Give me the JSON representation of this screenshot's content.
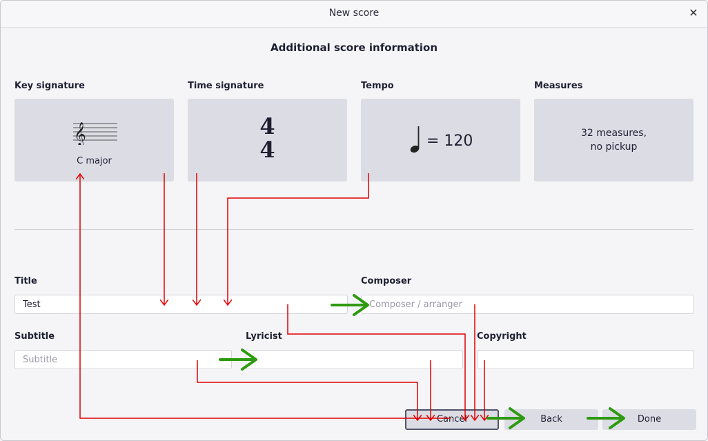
{
  "window": {
    "title": "New score"
  },
  "heading": "Additional score information",
  "cards": {
    "key": {
      "label": "Key signature",
      "value": "C major"
    },
    "time": {
      "label": "Time signature",
      "numerator": "4",
      "denominator": "4"
    },
    "tempo": {
      "label": "Tempo",
      "value": "= 120"
    },
    "measures": {
      "label": "Measures",
      "line1": "32 measures,",
      "line2": "no pickup"
    }
  },
  "fields": {
    "title": {
      "label": "Title",
      "value": "Test",
      "placeholder": ""
    },
    "composer": {
      "label": "Composer",
      "value": "",
      "placeholder": "Composer / arranger"
    },
    "subtitle": {
      "label": "Subtitle",
      "value": "",
      "placeholder": "Subtitle"
    },
    "lyricist": {
      "label": "Lyricist",
      "value": "",
      "placeholder": ""
    },
    "copyright": {
      "label": "Copyright",
      "value": "",
      "placeholder": ""
    }
  },
  "buttons": {
    "cancel": "Cancel",
    "back": "Back",
    "done": "Done"
  },
  "colors": {
    "arrow_red": "#e00000",
    "arrow_green": "#2e9a10",
    "card_bg": "#dcdde4"
  }
}
